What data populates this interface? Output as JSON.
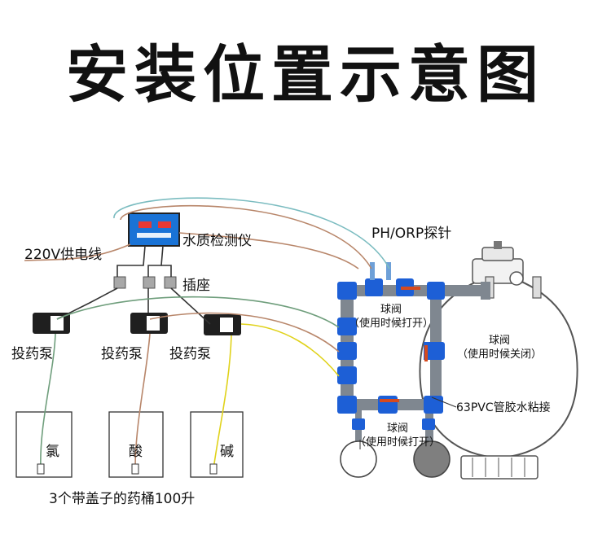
{
  "title": "安装位置示意图",
  "labels": {
    "water_quality_meter": "水质检测仪",
    "power_line": "220V供电线",
    "socket": "插座",
    "dosing_pump_1": "投药泵",
    "dosing_pump_2": "投药泵",
    "dosing_pump_3": "投药泵",
    "probe": "PH/ORP探针",
    "ball_valve_top_line1": "球阀",
    "ball_valve_top_line2": "（使用时候打开）",
    "ball_valve_right_line1": "球阀",
    "ball_valve_right_line2": "（使用时候关闭）",
    "ball_valve_bottom_line1": "球阀",
    "ball_valve_bottom_line2": "（使用时候打开）",
    "pvc_pipe": "63PVC管胶水粘接",
    "tank_chlorine": "氯",
    "tank_acid": "酸",
    "tank_alkali": "碱",
    "tanks_caption": "3个带盖子的药桶100升"
  },
  "colors": {
    "pipe_blue": "#1d5fd6",
    "pipe_grey": "#7f8790",
    "meter_blue": "#1a73d6",
    "display_red": "#e53935",
    "wire_yellow": "#e0d21a",
    "wire_teal": "#7bbcc0",
    "wire_brown": "#b8866a",
    "wire_green": "#6f9e7c"
  }
}
